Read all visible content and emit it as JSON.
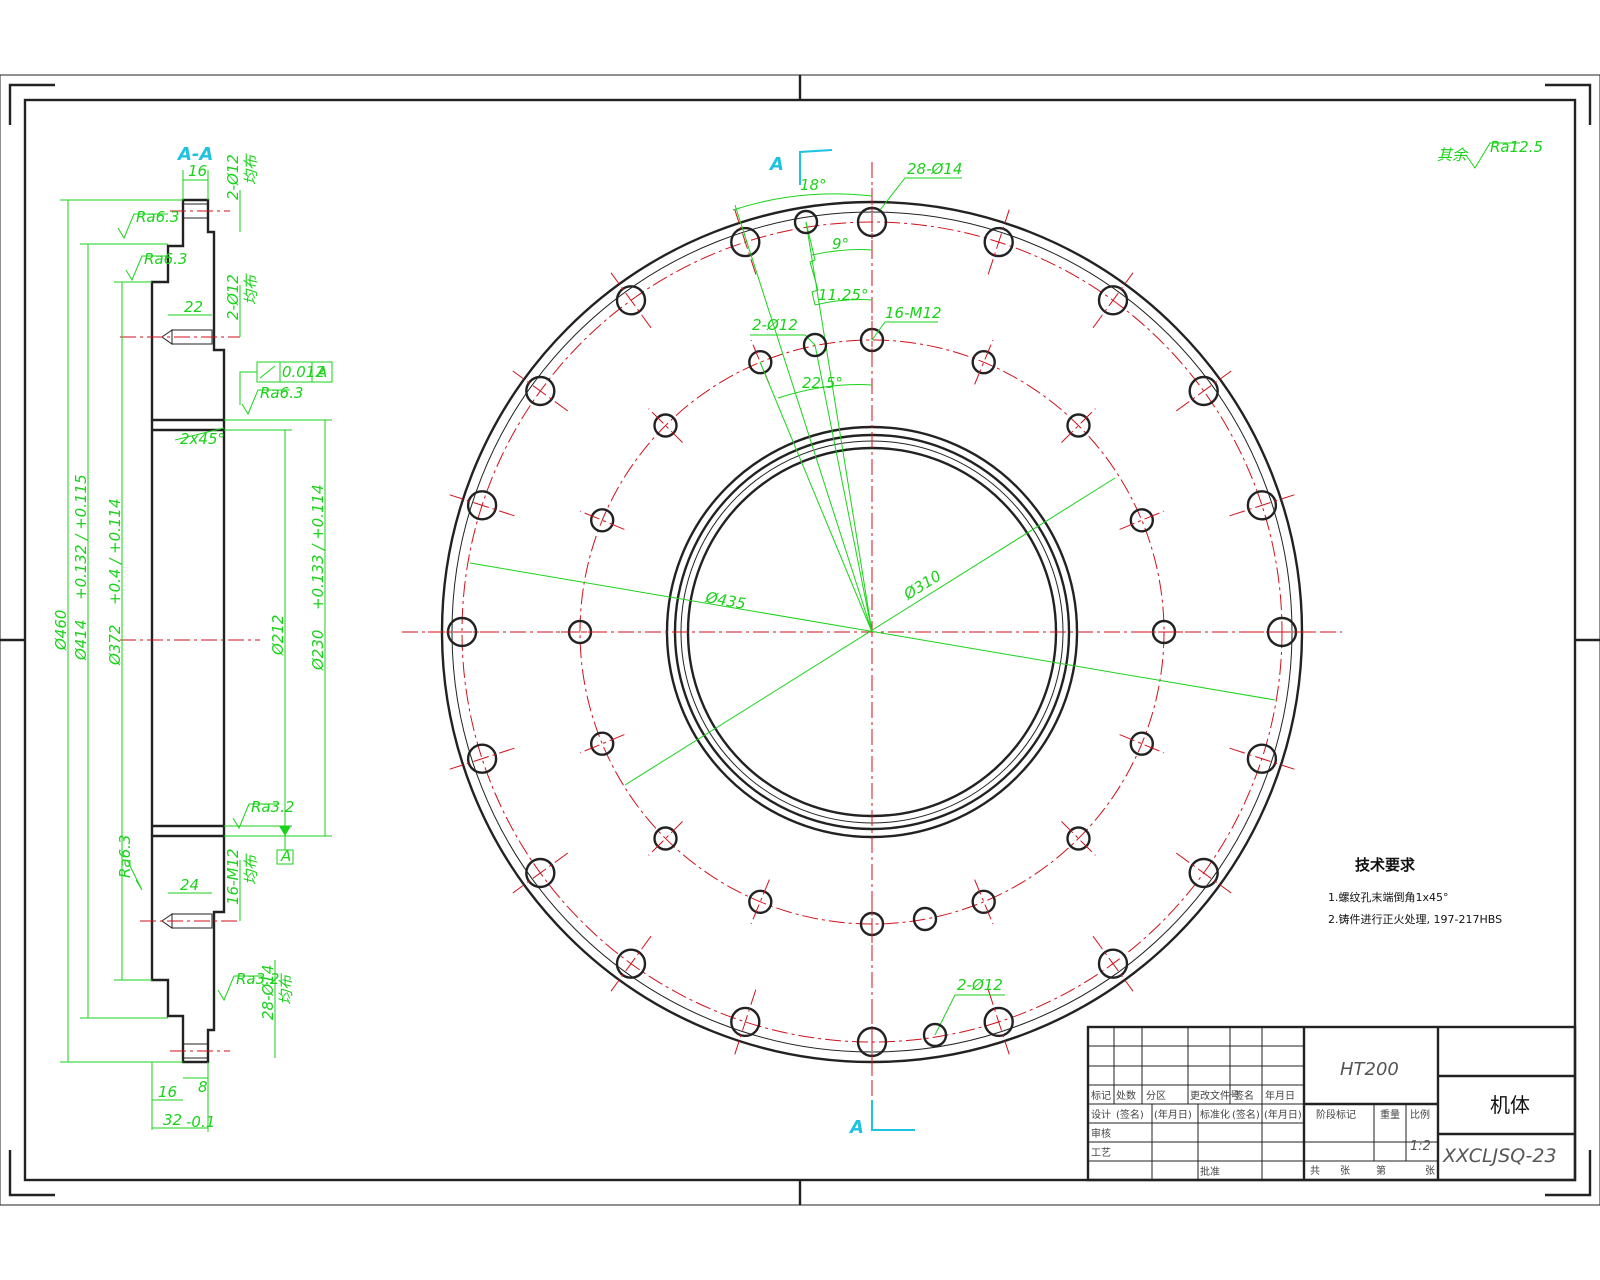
{
  "section": {
    "label": "A-A",
    "side_labels": [
      "A",
      "A"
    ]
  },
  "surface_finish": {
    "other_label": "其余",
    "symbol_value": "Ra12.5",
    "local_values": [
      "Ra6.3",
      "Ra6.3",
      "Ra6.3",
      "Ra3.2",
      "Ra6.3",
      "Ra3.2"
    ]
  },
  "plan_dims": {
    "angle_18": "18°",
    "angle_9": "9°",
    "angle_11_25": "11.25°",
    "angle_22_5": "22.5°",
    "holes_28_14": "28-Ø14",
    "holes_16_m12": "16-M12",
    "holes_2_12_top": "2-Ø12",
    "holes_2_12_bottom": "2-Ø12",
    "dia_435": "Ø435",
    "dia_310": "Ø310"
  },
  "section_dims": {
    "top_16": "16",
    "top_holes": "2-Ø12",
    "mid_holes": "2-Ø12",
    "depth_22": "22",
    "chamfer": "2x45°",
    "runout": "0.012",
    "datum": "A",
    "d460": "Ø460",
    "d414": "Ø414",
    "d414_tol": "+0.132 / +0.115",
    "d372": "Ø372",
    "d372_tol": "+0.4 / +0.114",
    "d212": "Ø212",
    "d230": "Ø230",
    "d230_tol": "+0.133 / +0.114",
    "depth_24": "24",
    "thread_16": "16-M12",
    "holes_28": "28-Ø14",
    "bottom_8": "8",
    "bottom_16": "16",
    "bottom_32": "32",
    "bottom_32_tol": "-0.1",
    "thru_label": "均布"
  },
  "tech_req": {
    "title": "技术要求",
    "line1": "1.螺纹孔末端倒角1x45°",
    "line2": "2.铸件进行正火处理, 197-217HBS"
  },
  "title_block": {
    "material": "HT200",
    "part_name": "机体",
    "drawing_no": "XXCLJSQ-23",
    "scale": "1:2",
    "row_headers": [
      "标记",
      "处数",
      "分区",
      "更改文件号",
      "签名",
      "年月日"
    ],
    "row_sign": [
      "设计",
      "(签名)",
      "(年月日)",
      "标准化",
      "(签名)",
      "(年月日)"
    ],
    "left_labels": [
      "审核",
      "工艺",
      "批准"
    ],
    "mid_labels": [
      "阶段标记",
      "重量",
      "比例"
    ],
    "sheet_labels": [
      "共",
      "张",
      "第",
      "张"
    ]
  }
}
